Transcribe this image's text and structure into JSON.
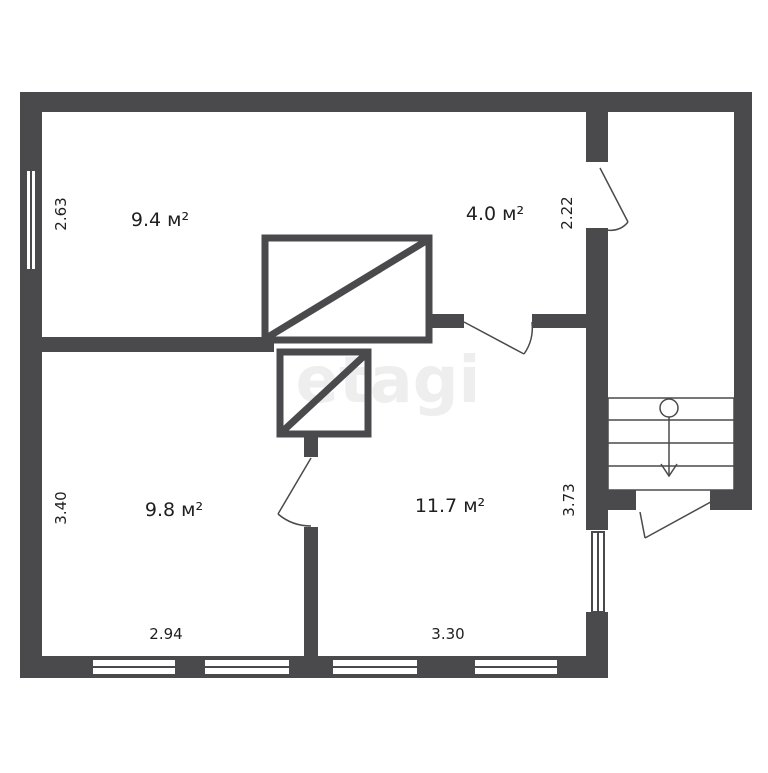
{
  "plan": {
    "colors": {
      "wall": "#4a4a4d",
      "background": "#ffffff",
      "line": "#4a4a4d",
      "text": "#1f1f1f",
      "watermark": "#ececec"
    },
    "rooms": {
      "top_left_area": "9.4 м²",
      "top_right_area": "4.0 м²",
      "bottom_left_area": "9.8 м²",
      "bottom_right_area": "11.7 м²"
    },
    "dimensions": {
      "top_left_height": "2.63",
      "top_right_height": "2.22",
      "bottom_left_height": "3.40",
      "bottom_right_height": "3.73",
      "bottom_left_width": "2.94",
      "bottom_right_width": "3.30"
    },
    "watermark": "etagi",
    "icons": {
      "stairs": "stairs-icon",
      "arrow": "arrow-down-icon"
    }
  }
}
